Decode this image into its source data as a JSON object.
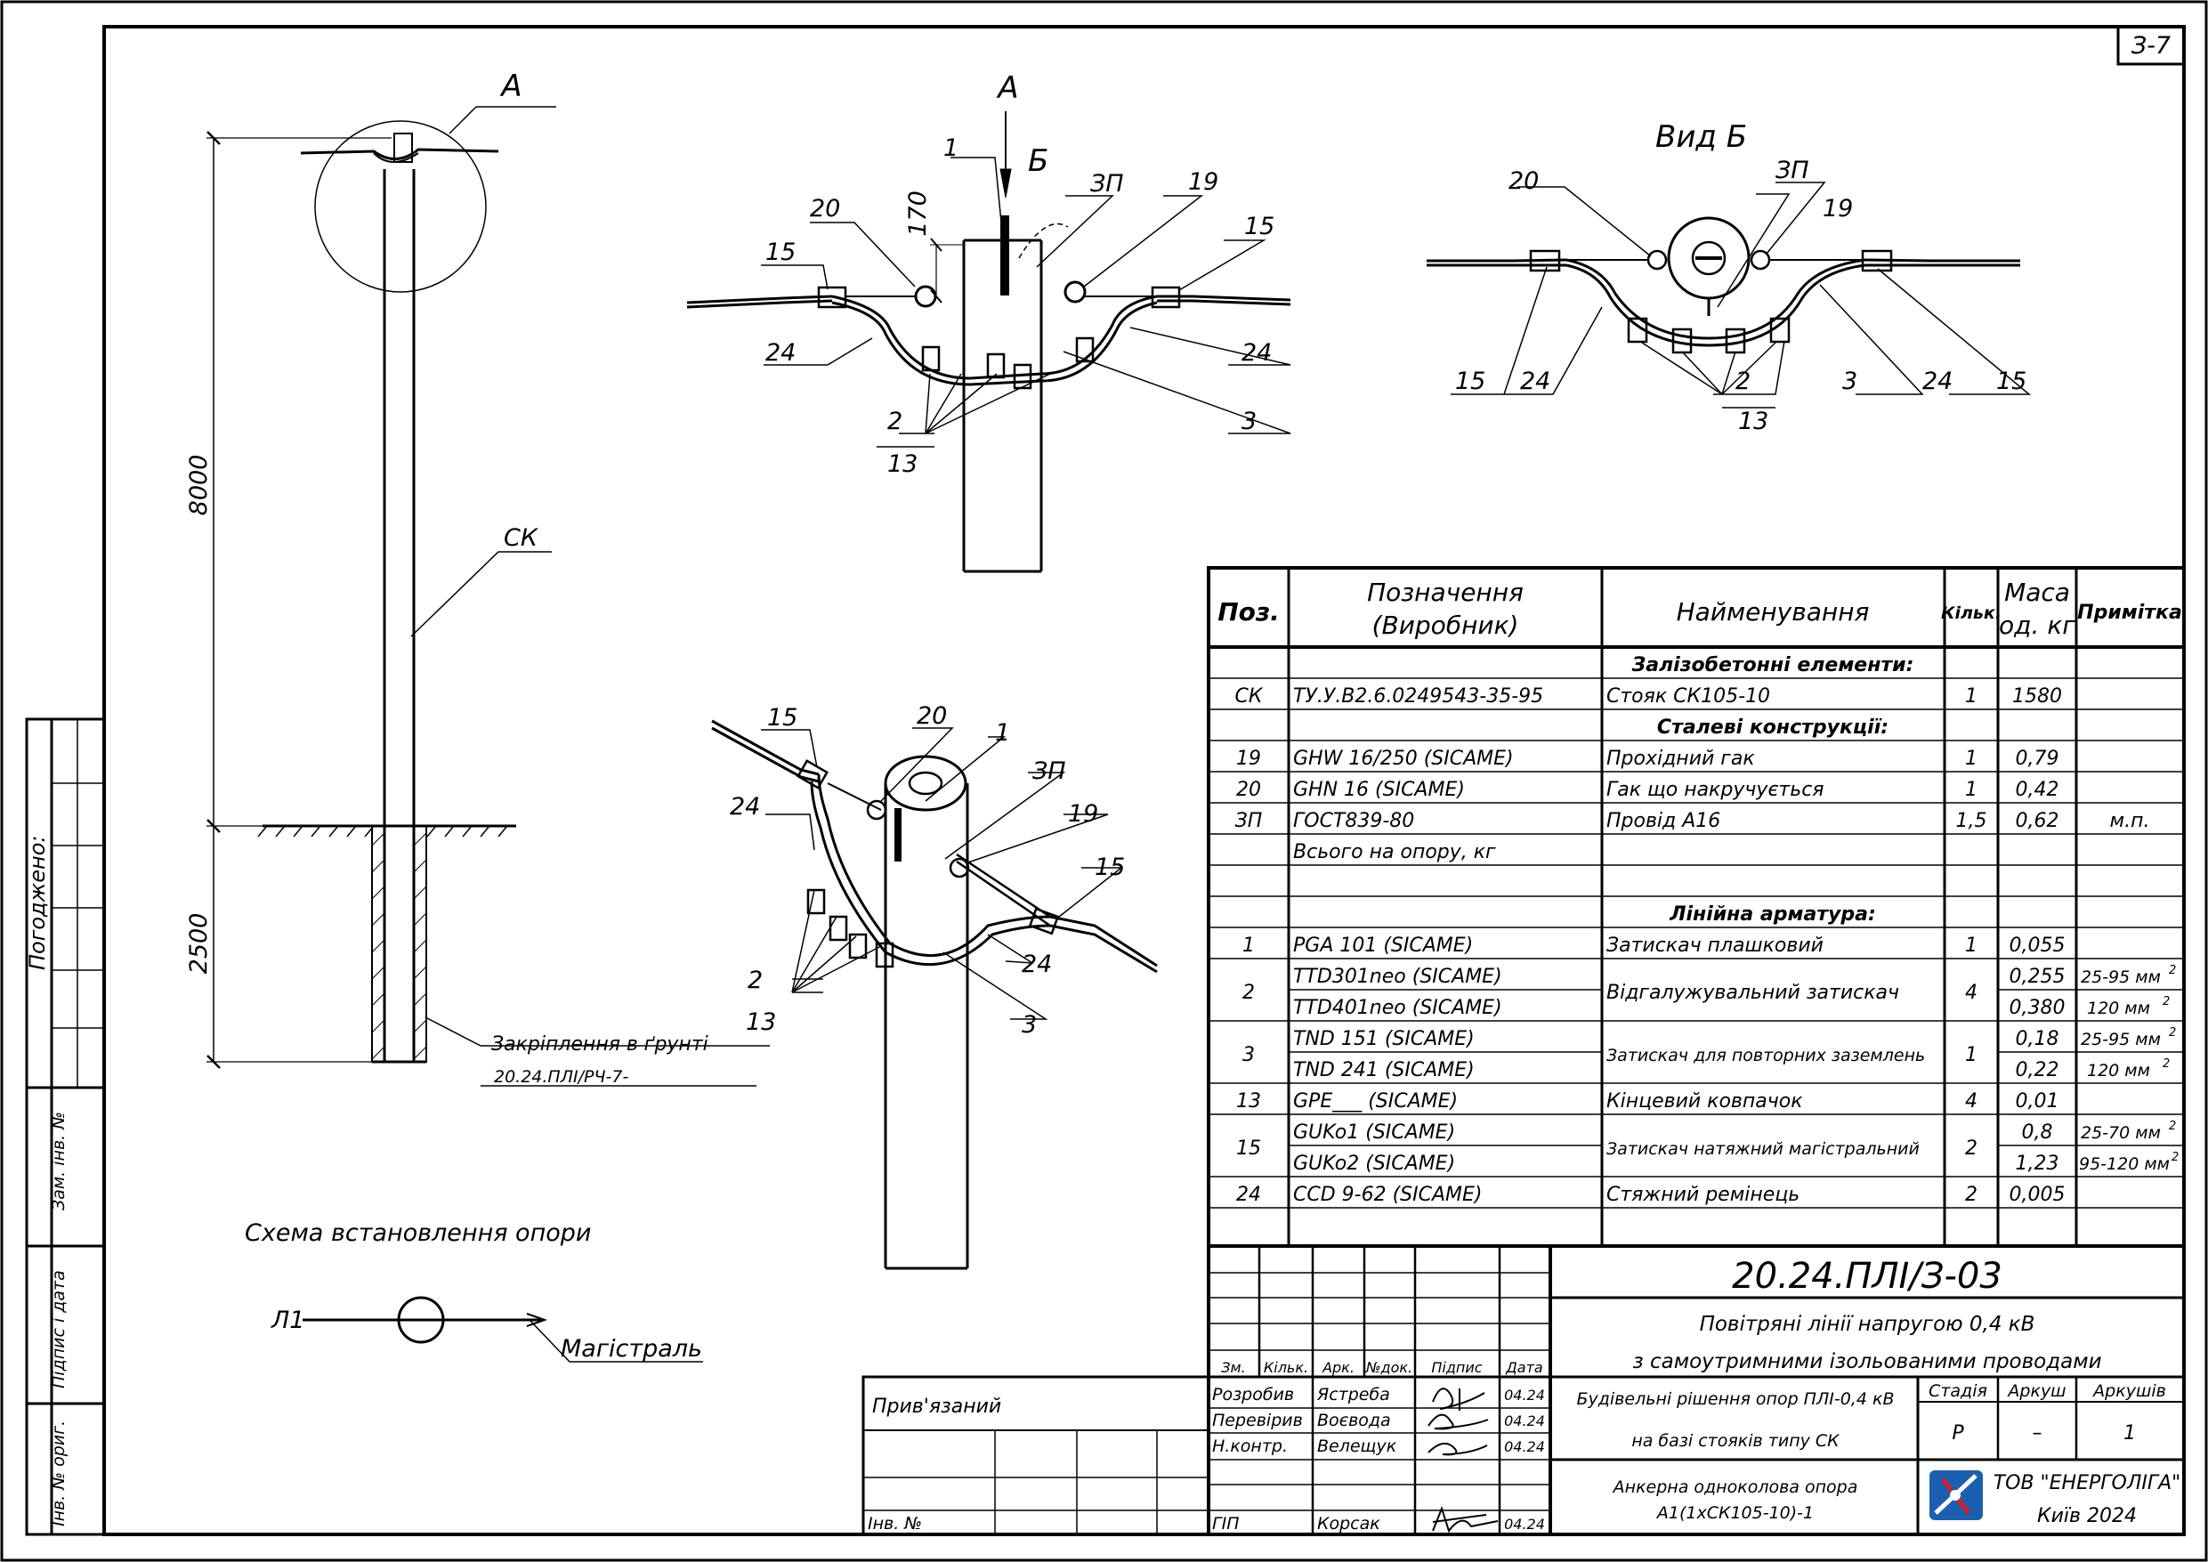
{
  "sheet_code": "З-7",
  "drawing": {
    "view_labels": {
      "a_left": "А",
      "a_top": "А",
      "b_arrow": "Б",
      "vid_b": "Вид Б"
    },
    "dims": {
      "d170": "170",
      "d8000": "8000",
      "d2500": "2500"
    },
    "labels": {
      "ck": "СК",
      "zp": "ЗП",
      "n1": "1",
      "n2": "2",
      "n3": "3",
      "n13": "13",
      "n15": "15",
      "n19": "19",
      "n20": "20",
      "n24": "24"
    },
    "ground_fix": "Закріплення в ґрунті",
    "ground_ref": "20.24.ПЛІ/РЧ-7-",
    "scheme_title": "Схема встановлення опори",
    "l1": "Л1",
    "magistral": "Магістраль"
  },
  "spec": {
    "headers": {
      "pos": "Поз.",
      "oznach1": "Позначення",
      "oznach2": "(Виробник)",
      "name": "Найменування",
      "qty": "Кільк.",
      "mass1": "Маса",
      "mass2": "од. кг",
      "note": "Примітка"
    },
    "sections": {
      "concrete": "Залізобетонні елементи:",
      "steel": "Сталеві конструкції:",
      "fittings": "Лінійна арматура:"
    },
    "rows": [
      {
        "pos": "СК",
        "code": "ТУ.У.В2.6.0249543-35-95",
        "name": "Стояк СК105-10",
        "qty": "1",
        "mass": "1580",
        "note": ""
      },
      {
        "pos": "19",
        "code": "GHW 16/250  (SICAME)",
        "name": "Прохідний гак",
        "qty": "1",
        "mass": "0,79",
        "note": ""
      },
      {
        "pos": "20",
        "code": "GHN 16  (SICAME)",
        "name": "Гак що накручується",
        "qty": "1",
        "mass": "0,42",
        "note": ""
      },
      {
        "pos": "ЗП",
        "code": "ГОСТ839-80",
        "name": "Провід А16",
        "qty": "1,5",
        "mass": "0,62",
        "note": "м.п."
      },
      {
        "pos": "",
        "code": "Всього на опору, кг",
        "name": "",
        "qty": "",
        "mass": "",
        "note": ""
      },
      {
        "pos": "1",
        "code": "PGA  101  (SICAME)",
        "name": "Затискач плашковий",
        "qty": "1",
        "mass": "0,055",
        "note": ""
      },
      {
        "pos": "2",
        "code": "TTD301neo  (SICAME)",
        "code2": "TTD401neo  (SICAME)",
        "name": "Відгалужувальний затискач",
        "qty": "4",
        "mass": "0,255",
        "mass2": "0,380",
        "note": "25-95 мм",
        "note2": "120 мм"
      },
      {
        "pos": "3",
        "code": "TND  151  (SICAME)",
        "code2": "TND  241  (SICAME)",
        "name": "Затискач для повторних заземлень",
        "qty": "1",
        "mass": "0,18",
        "mass2": "0,22",
        "note": "25-95 мм",
        "note2": "120 мм"
      },
      {
        "pos": "13",
        "code": "GPE___  (SICAME)",
        "name": "Кінцевий ковпачок",
        "qty": "4",
        "mass": "0,01",
        "note": ""
      },
      {
        "pos": "15",
        "code": "GUKo1  (SICAME)",
        "code2": "GUKo2  (SICAME)",
        "name": "Затискач натяжний магістральний",
        "qty": "2",
        "mass": "0,8",
        "mass2": "1,23",
        "note": "25-70 мм",
        "note2": "95-120 мм"
      },
      {
        "pos": "24",
        "code": "CCD  9-62  (SICAME)",
        "name": "Стяжний ремінець",
        "qty": "2",
        "mass": "0,005",
        "note": ""
      }
    ],
    "sup2": "2"
  },
  "title_block": {
    "doc_number": "20.24.ПЛІ/З-03",
    "title1": "Повітряні лінії напругою 0,4 кВ",
    "title2": "з самоутримними ізольованими проводами",
    "sub1": "Будівельні рішення опор ПЛІ-0,4 кВ",
    "sub2": "на базі стояків типу СК",
    "sheet_name1": "Анкерна одноколова опора",
    "sheet_name2": "А1(1хСК105-10)-1",
    "col_headers": {
      "zm": "Зм.",
      "kilk": "Кільк.",
      "ark": "Арк.",
      "ndok": "№док.",
      "pidpys": "Підпис",
      "data": "Дата"
    },
    "people": [
      {
        "role": "Розробив",
        "name": "Ястреба",
        "date": "04.24"
      },
      {
        "role": "Перевірив",
        "name": "Воєвода",
        "date": "04.24"
      },
      {
        "role": "Н.контр.",
        "name": "Велещук",
        "date": "04.24"
      },
      {
        "role": "ГІП",
        "name": "Корсак",
        "date": "04.24"
      }
    ],
    "stage_label": "Стадія",
    "sheet_label": "Аркуш",
    "sheets_label": "Аркушів",
    "stage": "Р",
    "sheet": "–",
    "sheets": "1",
    "company": "ТОВ \"ЕНЕРГОЛІГА\"",
    "city_year": "Київ 2024",
    "pryvyazanyi": "Прив'язаний",
    "inv_no": "Інв. №"
  },
  "side_stamps": {
    "pogodzheno": "Погоджено:",
    "zam_inv": "Зам. інв. №",
    "pidpys_data": "Підпис і дата",
    "inv_orig": "Інв. № ориг."
  }
}
